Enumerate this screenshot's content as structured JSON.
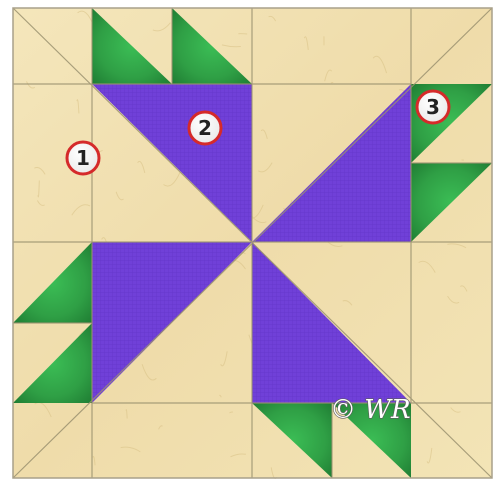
{
  "block": {
    "colors": {
      "background": "#f1e2b4",
      "background_texture": "#d9c287",
      "purple": "#7040d8",
      "purple_grid": "#5a2fbe",
      "green": "#32a84a",
      "green_dark": "#1f7d33",
      "seam": "#9b9270",
      "border": "#a8a08a"
    },
    "markers": [
      {
        "label": "1",
        "piece": "background-triangle"
      },
      {
        "label": "2",
        "piece": "purple-triangle"
      },
      {
        "label": "3",
        "piece": "green-triangle"
      }
    ],
    "watermark": "© WR"
  }
}
